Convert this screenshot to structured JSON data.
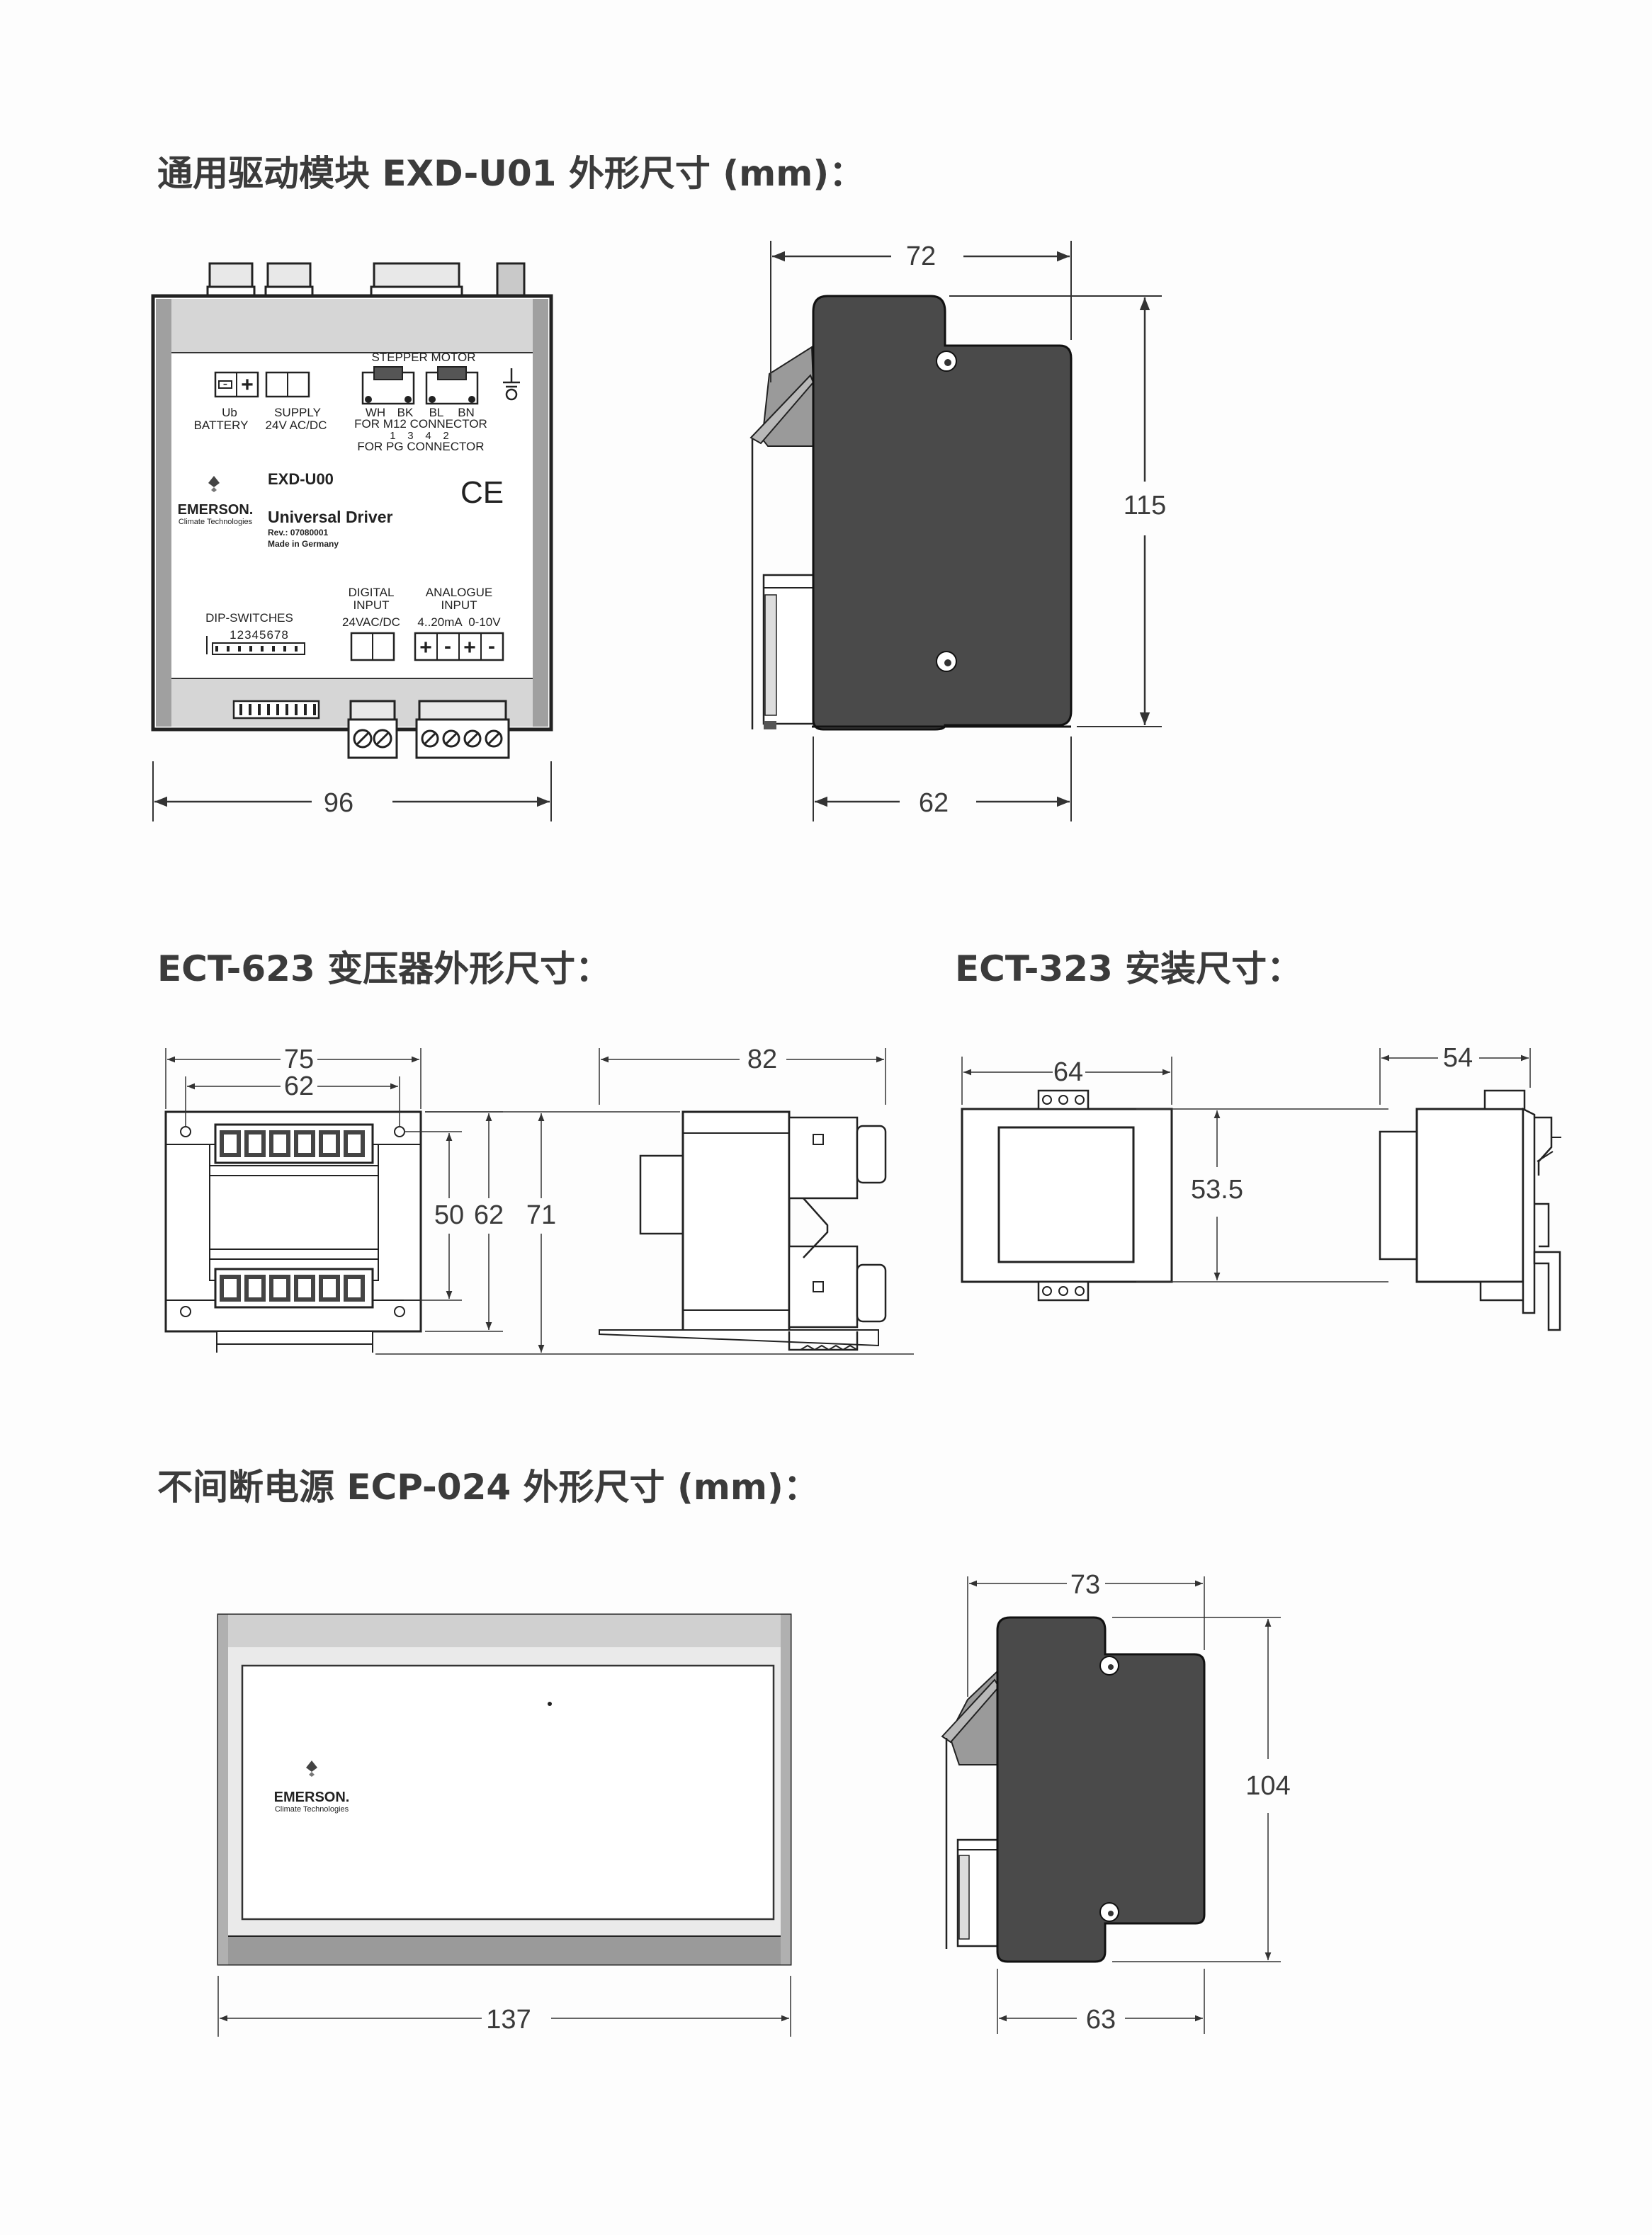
{
  "sections": {
    "exd": {
      "title": "通用驱动模块 EXD-U01 外形尺寸 (mm)：",
      "dims": {
        "front_width": "96",
        "side_depth_top": "72",
        "side_depth_bottom": "62",
        "side_height": "115"
      },
      "labels": {
        "stepper_motor": "STEPPER MOTOR",
        "ub": "Ub",
        "battery": "BATTERY",
        "supply": "SUPPLY",
        "supply_v": "24V AC/DC",
        "wh": "WH",
        "bk": "BK",
        "bl": "BL",
        "bn": "BN",
        "for_m12": "FOR M12 CONNECTOR",
        "pins": "1    3    4    2",
        "for_pg": "FOR PG CONNECTOR",
        "model": "EXD-U00",
        "brand": "EMERSON.",
        "brand_sub": "Climate Technologies",
        "product": "Universal Driver",
        "rev": "Rev.: 07080001",
        "made": "Made in Germany",
        "ce": "CE",
        "digital": "DIGITAL",
        "digital_input": "INPUT",
        "digital_v": "24VAC/DC",
        "analogue": "ANALOGUE",
        "analogue_input": "INPUT",
        "analogue_ranges": "4..20mA  0-10V",
        "dip": "DIP-SWITCHES",
        "dip_nums": "12345678"
      }
    },
    "ect623": {
      "title": "ECT-623 变压器外形尺寸：",
      "dims": {
        "w75": "75",
        "w62": "62",
        "h50": "50",
        "h62": "62",
        "h71": "71",
        "d82": "82"
      }
    },
    "ect323": {
      "title": "ECT-323 安装尺寸：",
      "dims": {
        "w64": "64",
        "h53": "53.5",
        "d54": "54"
      }
    },
    "ecp": {
      "title": "不间断电源 ECP-024 外形尺寸 (mm)：",
      "dims": {
        "w137": "137",
        "d73": "73",
        "d63": "63",
        "h104": "104"
      },
      "labels": {
        "brand": "EMERSON.",
        "brand_sub": "Climate Technologies"
      }
    }
  }
}
